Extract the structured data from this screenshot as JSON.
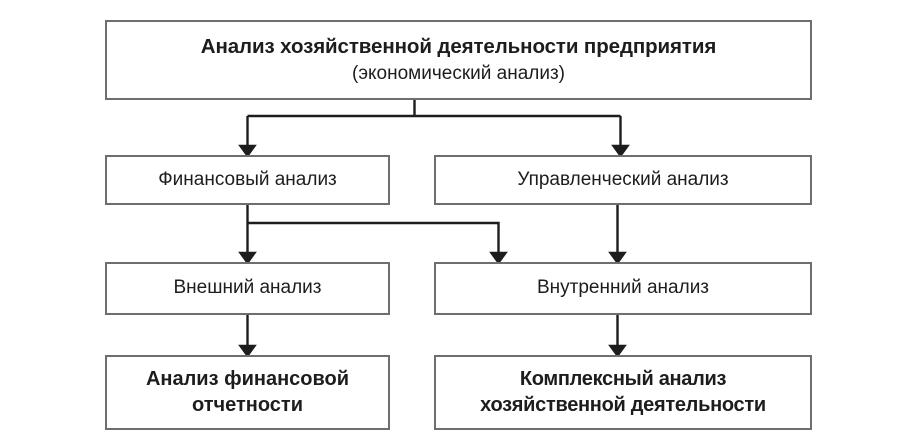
{
  "diagram": {
    "type": "flowchart",
    "title": "Анализ хозяйственной деятельности предприятия (экономический анализ)",
    "background_color": "#ffffff",
    "border_color": "#6e6e6e",
    "connector_color": "#1d1d1d",
    "text_color": "#1d1d1d",
    "nodes": {
      "root": {
        "line1": "Анализ хозяйственной деятельности предприятия",
        "line2": "(экономический анализ)"
      },
      "financial_analysis": {
        "label": "Финансовый анализ"
      },
      "managerial_analysis": {
        "label": "Управленческий анализ"
      },
      "external_analysis": {
        "label": "Внешний анализ"
      },
      "internal_analysis": {
        "label": "Внутренний анализ"
      },
      "financial_statements_analysis": {
        "line1": "Анализ финансовой",
        "line2": "отчетности"
      },
      "complex_activity_analysis": {
        "line1": "Комплексный анализ",
        "line2": "хозяйственной деятельности"
      }
    },
    "edges": [
      {
        "from": "root",
        "to": "financial_analysis",
        "style": "elbow-split-left"
      },
      {
        "from": "root",
        "to": "managerial_analysis",
        "style": "elbow-split-right"
      },
      {
        "from": "financial_analysis",
        "to": "external_analysis",
        "style": "straight"
      },
      {
        "from": "financial_analysis",
        "to": "internal_analysis",
        "style": "elbow-right"
      },
      {
        "from": "managerial_analysis",
        "to": "internal_analysis",
        "style": "straight"
      },
      {
        "from": "external_analysis",
        "to": "financial_statements_analysis",
        "style": "straight"
      },
      {
        "from": "internal_analysis",
        "to": "complex_activity_analysis",
        "style": "straight"
      }
    ]
  }
}
